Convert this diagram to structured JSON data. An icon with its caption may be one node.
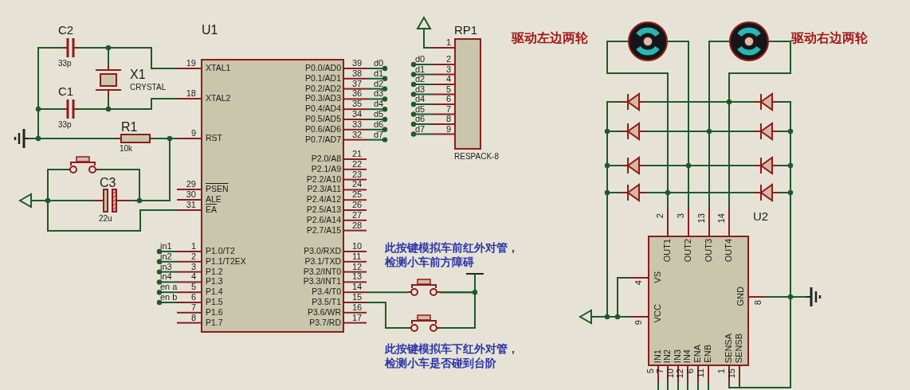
{
  "diagram": {
    "nodes": [
      {
        "text": [
          "C2",
          "33p"
        ]
      },
      {
        "text": [
          "X1",
          "CRYSTAL"
        ]
      },
      {
        "text": [
          "C1",
          "33p"
        ]
      },
      {
        "text": [
          "R1",
          "10k"
        ]
      },
      {
        "text": [],
        "shape": "switch"
      },
      {
        "text": [
          "C3",
          "22u"
        ]
      },
      {
        "text": [
          "U1",
          "XTAL1",
          "XTAL2",
          "RST",
          "PSEN",
          "ALE",
          "EA",
          "P1.0/T2",
          "P1.1/T2EX",
          "P1.2",
          "P1.3",
          "P1.4",
          "P1.5",
          "P1.6",
          "P1.7",
          "P0.0/AD0",
          "P0.1/AD1",
          "P0.2/AD2",
          "P0.3/AD3",
          "P0.4/AD4",
          "P0.5/AD5",
          "P0.6/AD6",
          "P0.7/AD7",
          "P2.0/A8",
          "P2.1/A9",
          "P2.2/A10",
          "P2.3/A11",
          "P2.4/A12",
          "P2.5/A13",
          "P2.6/A14",
          "P2.7/A15",
          "P3.0/RXD",
          "P3.1/TXD",
          "P3.2/INT0",
          "P3.3/INT1",
          "P3.4/T0",
          "P3.5/T1",
          "P3.6/WR",
          "P3.7/RD",
          "19",
          "18",
          "9",
          "29",
          "30",
          "31",
          "1",
          "2",
          "3",
          "4",
          "5",
          "6",
          "7",
          "8",
          "39",
          "38",
          "37",
          "36",
          "35",
          "34",
          "33",
          "32",
          "21",
          "22",
          "23",
          "24",
          "25",
          "26",
          "27",
          "28",
          "10",
          "11",
          "12",
          "13",
          "14",
          "15",
          "16",
          "17"
        ]
      },
      {
        "text": [
          "RP1",
          "RESPACK-8",
          "1",
          "2",
          "3",
          "4",
          "5",
          "6",
          "7",
          "8",
          "9"
        ]
      },
      {
        "text": [],
        "shape": "switch"
      },
      {
        "text": [],
        "shape": "switch"
      },
      {
        "text": [],
        "shape": "motor"
      },
      {
        "text": [],
        "shape": "motor"
      },
      {
        "text": [],
        "shape": "diode"
      },
      {
        "text": [],
        "shape": "diode"
      },
      {
        "text": [],
        "shape": "diode"
      },
      {
        "text": [],
        "shape": "diode"
      },
      {
        "text": [],
        "shape": "diode"
      },
      {
        "text": [],
        "shape": "diode"
      },
      {
        "text": [],
        "shape": "diode"
      },
      {
        "text": [],
        "shape": "diode"
      },
      {
        "text": [
          "U2",
          "OUT1",
          "OUT2",
          "OUT3",
          "OUT4",
          "VS",
          "VCC",
          "GND",
          "IN1",
          "IN2",
          "IN3",
          "IN4",
          "ENA",
          "ENB",
          "SENSA",
          "SENSB",
          "2",
          "3",
          "13",
          "14",
          "4",
          "9",
          "8",
          "5",
          "7",
          "10",
          "12",
          "6",
          "11",
          "1",
          "15"
        ]
      },
      {
        "text": [],
        "shape": "ground"
      },
      {
        "text": [],
        "shape": "power"
      },
      {
        "text": [],
        "shape": "power"
      },
      {
        "text": [],
        "shape": "bar"
      },
      {
        "text": [],
        "shape": "power"
      },
      {
        "text": [],
        "shape": "ground"
      }
    ],
    "edges": [
      {
        "from": 0,
        "to": 1,
        "arrow": "none"
      },
      {
        "from": 1,
        "to": 6,
        "arrow": "none"
      },
      {
        "from": 2,
        "to": 1,
        "arrow": "none"
      },
      {
        "from": 1,
        "to": 6,
        "arrow": "none"
      },
      {
        "from": 0,
        "to": 2,
        "arrow": "none"
      },
      {
        "from": 2,
        "to": 3,
        "arrow": "none"
      },
      {
        "from": 3,
        "to": 6,
        "arrow": "none"
      },
      {
        "from": 3,
        "to": 5,
        "arrow": "none"
      },
      {
        "from": 4,
        "to": 5,
        "arrow": "none"
      },
      {
        "from": 4,
        "to": 5,
        "arrow": "none"
      },
      {
        "from": 6,
        "to": 5,
        "arrow": "none"
      },
      {
        "from": 6,
        "to": 8,
        "arrow": "none"
      },
      {
        "from": 6,
        "to": 9,
        "arrow": "none"
      },
      {
        "from": 8,
        "to": 9,
        "arrow": "none"
      },
      {
        "from": 10,
        "to": 20,
        "arrow": "none"
      },
      {
        "from": 10,
        "to": 20,
        "arrow": "none"
      },
      {
        "from": 11,
        "to": 20,
        "arrow": "none"
      },
      {
        "from": 11,
        "to": 20,
        "arrow": "none"
      },
      {
        "from": 12,
        "to": 20,
        "arrow": "none"
      },
      {
        "from": 13,
        "to": 20,
        "arrow": "none"
      },
      {
        "from": 14,
        "to": 20,
        "arrow": "none"
      },
      {
        "from": 15,
        "to": 20,
        "arrow": "none"
      },
      {
        "from": 16,
        "to": 20,
        "arrow": "none"
      },
      {
        "from": 17,
        "to": 20,
        "arrow": "none"
      },
      {
        "from": 18,
        "to": 20,
        "arrow": "none"
      },
      {
        "from": 19,
        "to": 20,
        "arrow": "none"
      },
      {
        "from": 21,
        "to": 3,
        "arrow": "none"
      },
      {
        "from": 22,
        "to": 5,
        "arrow": "none"
      },
      {
        "from": 23,
        "to": 7,
        "arrow": "none"
      },
      {
        "from": 8,
        "to": 24,
        "arrow": "none"
      },
      {
        "from": 25,
        "to": 20,
        "arrow": "none"
      },
      {
        "from": 20,
        "to": 25,
        "arrow": "none"
      },
      {
        "from": 12,
        "to": 25,
        "arrow": "none"
      },
      {
        "from": 13,
        "to": 25,
        "arrow": "none"
      },
      {
        "from": 14,
        "to": 25,
        "arrow": "none"
      },
      {
        "from": 15,
        "to": 25,
        "arrow": "none"
      },
      {
        "from": 16,
        "to": 26,
        "arrow": "none"
      },
      {
        "from": 17,
        "to": 26,
        "arrow": "none"
      },
      {
        "from": 18,
        "to": 26,
        "arrow": "none"
      },
      {
        "from": 19,
        "to": 26,
        "arrow": "none"
      },
      {
        "from": 20,
        "to": 26,
        "arrow": "none"
      },
      {
        "from": 20,
        "to": 26,
        "arrow": "none"
      },
      {
        "from": 20,
        "to": 26,
        "arrow": "none"
      }
    ],
    "labels": [
      "d0",
      "d1",
      "d2",
      "d3",
      "d4",
      "d5",
      "d6",
      "d7",
      "d0",
      "d1",
      "d2",
      "d3",
      "d4",
      "d5",
      "d6",
      "d7",
      "in1",
      "in2",
      "in3",
      "in4",
      "en a",
      "en b",
      "驱动左边两轮",
      "驱动右边两轮",
      "此按键模拟车前红外对管，检测小车前方障碍",
      "此按键模拟车下红外对管，检测小车是否碰到台阶"
    ]
  }
}
